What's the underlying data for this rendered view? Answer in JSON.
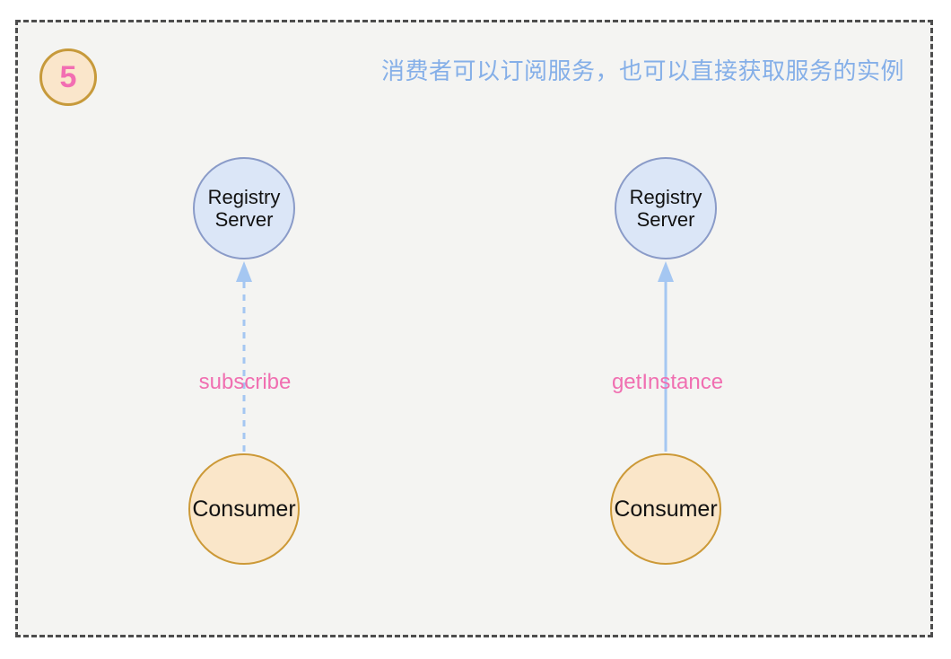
{
  "diagram": {
    "badge": "5",
    "title": "消费者可以订阅服务，也可以直接获取服务的实例",
    "groups": [
      {
        "server_label": "Registry Server",
        "consumer_label": "Consumer",
        "edge_label": "subscribe",
        "edge_style": "dashed"
      },
      {
        "server_label": "Registry Server",
        "consumer_label": "Consumer",
        "edge_label": "getInstance",
        "edge_style": "solid"
      }
    ],
    "colors": {
      "title_blue": "#85afe8",
      "arrow_blue": "#a5c7f2",
      "label_pink": "#f06fb1",
      "server_fill": "#dbe6f7",
      "server_border": "#8a9bc8",
      "consumer_fill": "#fae6c9",
      "consumer_border": "#cc9937",
      "badge_fill": "#fae6cb",
      "badge_border": "#c79a3b",
      "badge_text": "#f26eb2",
      "canvas_bg": "#f4f4f2",
      "border_dash": "#4d4d4d"
    }
  }
}
